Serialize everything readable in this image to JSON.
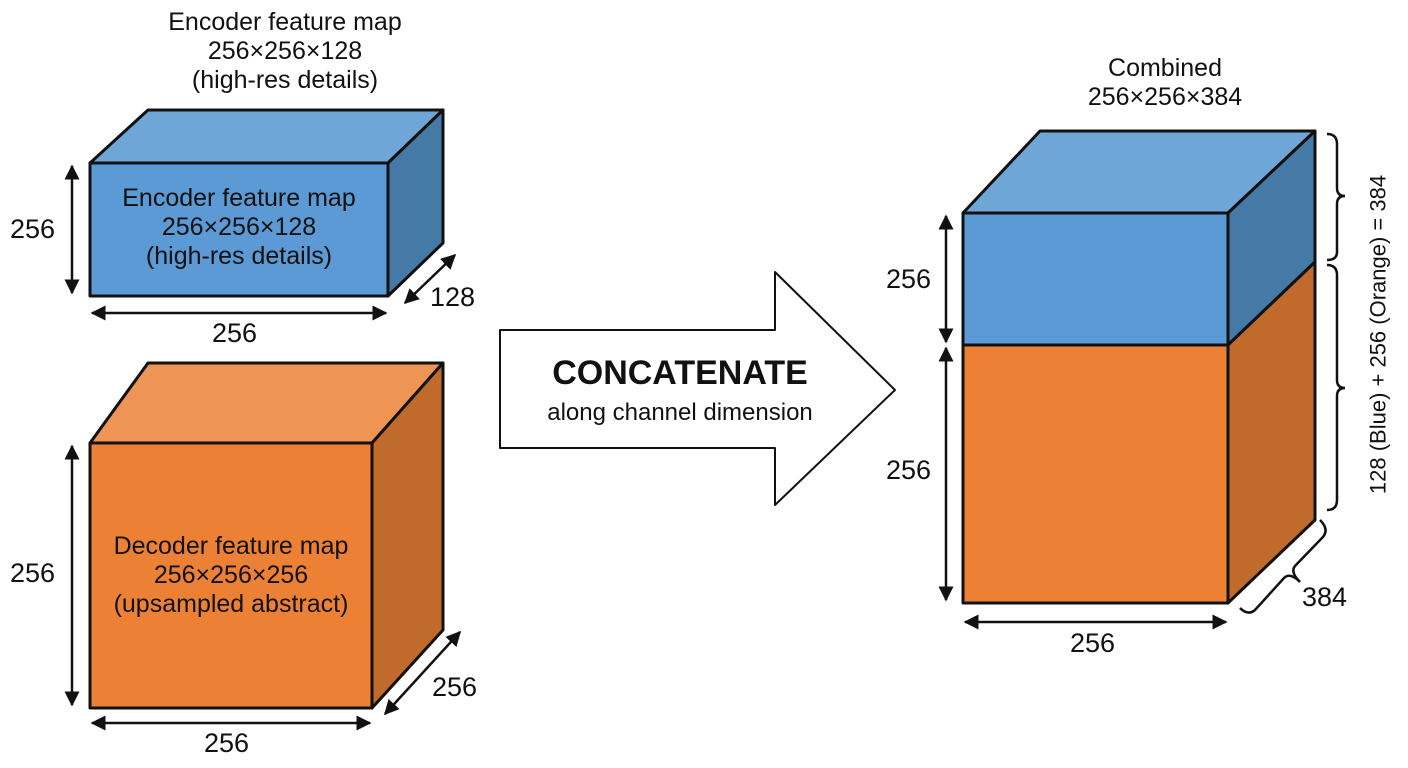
{
  "encoder": {
    "title_lines": [
      "Encoder feature map",
      "256×256×128",
      "(high-res details)"
    ],
    "face_lines": [
      "Encoder feature map",
      "256×256×128",
      "(high-res details)"
    ],
    "height": "256",
    "width": "256",
    "depth": "128"
  },
  "decoder": {
    "face_lines": [
      "Decoder feature map",
      "256×256×256",
      "(upsampled abstract)"
    ],
    "height": "256",
    "width": "256",
    "depth": "256"
  },
  "arrow": {
    "title": "CONCATENATE",
    "subtitle": "along channel dimension"
  },
  "combined": {
    "title_lines": [
      "Combined",
      "256×256×384"
    ],
    "blue_height": "256",
    "orange_height": "256",
    "width": "256",
    "depth": "384",
    "sum_label": "128 (Blue) + 256 (Orange) = 384"
  },
  "colors": {
    "blue_front": "#5b9ad5",
    "blue_top": "#6fa6d8",
    "blue_side": "#4579a6",
    "orange_front": "#ec8136",
    "orange_top": "#ee9455",
    "orange_side": "#c06a2c"
  }
}
